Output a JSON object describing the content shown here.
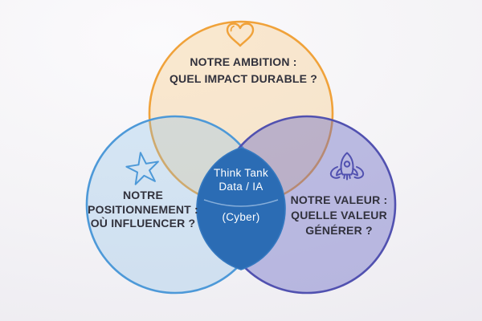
{
  "diagram": {
    "type": "venn-3",
    "background_color": "#f3f2f6",
    "label_color": "#31313c"
  },
  "circles": {
    "ambition": {
      "line1": "NOTRE AMBITION :",
      "line2": "QUEL IMPACT DURABLE ?",
      "icon": "heart-icon",
      "stroke": "#f0a23a",
      "fill": "rgba(247,193,105,0.30)"
    },
    "positionnement": {
      "line1": "NOTRE",
      "line2": "POSITIONNEMENT :",
      "line3": "OÙ INFLUENCER ?",
      "icon": "star-icon",
      "stroke": "#4d99d8",
      "fill": "rgba(133,188,233,0.30)"
    },
    "valeur": {
      "line1": "NOTRE VALEUR :",
      "line2": "QUELLE VALEUR",
      "line3": "GÉNÉRER ?",
      "icon": "rocket-icon",
      "stroke": "#5151b0",
      "fill": "rgba(104,104,196,0.42)"
    }
  },
  "center_lens": {
    "line1": "Think Tank",
    "line2": "Data / IA",
    "line3": "(Cyber)",
    "fill": "#2b6cb4",
    "stroke": "#3579c0",
    "text_color": "#ffffff"
  }
}
